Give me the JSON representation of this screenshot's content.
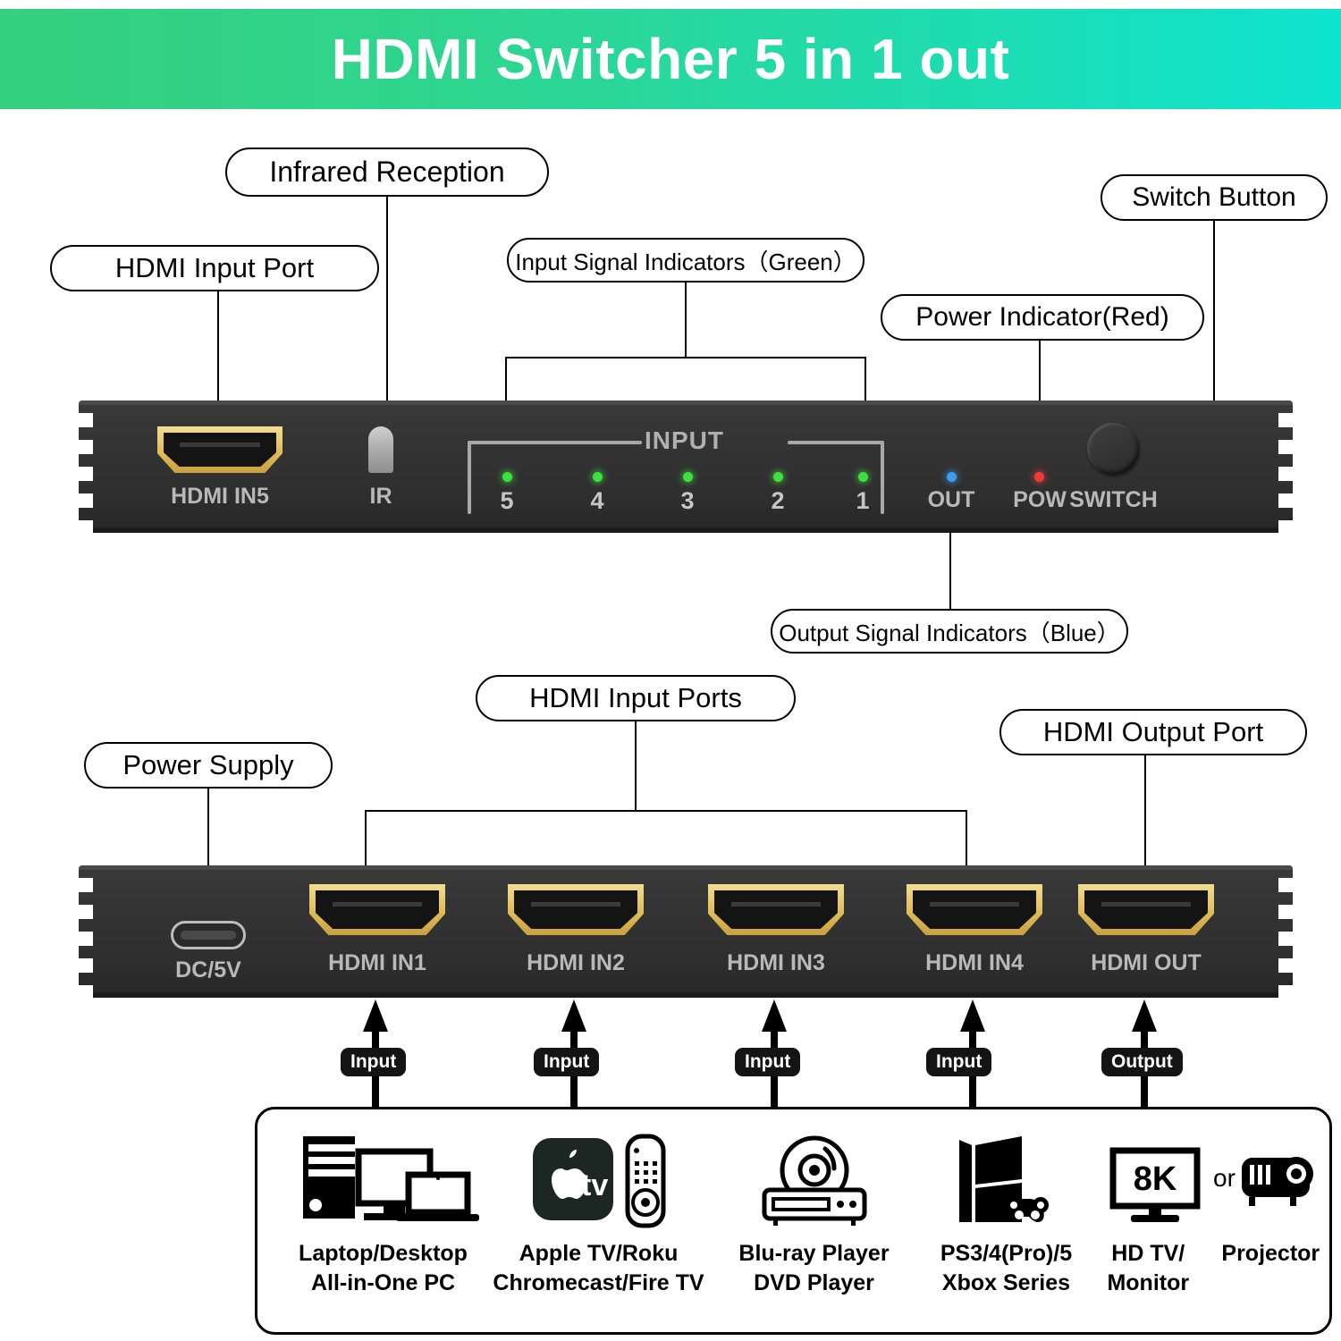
{
  "banner": {
    "title": "HDMI Switcher 5 in 1 out",
    "gradient_from": "#35d07f",
    "gradient_to": "#0ee3cf"
  },
  "callouts": {
    "hdmi_input_port": "HDMI Input Port",
    "infrared_reception": "Infrared Reception",
    "input_signal_indicators": "Input Signal Indicators（Green）",
    "power_indicator": "Power Indicator(Red)",
    "switch_button": "Switch Button",
    "output_signal_indicators": "Output Signal Indicators（Blue）",
    "hdmi_input_ports": "HDMI Input Ports",
    "hdmi_output_port": "HDMI Output Port",
    "power_supply": "Power Supply"
  },
  "front_panel": {
    "hdmi_in5_label": "HDMI IN5",
    "ir_label": "IR",
    "input_group_label": "INPUT",
    "input_leds": [
      {
        "number": "5",
        "color": "#3ee03e"
      },
      {
        "number": "4",
        "color": "#3ee03e"
      },
      {
        "number": "3",
        "color": "#3ee03e"
      },
      {
        "number": "2",
        "color": "#3ee03e"
      },
      {
        "number": "1",
        "color": "#3ee03e"
      }
    ],
    "out_led_label": "OUT",
    "out_led_color": "#3d9bf0",
    "pow_led_label": "POW",
    "pow_led_color": "#f03a3a",
    "switch_label": "SWITCH"
  },
  "rear_panel": {
    "dc_label": "DC/5V",
    "ports": [
      {
        "label": "HDMI IN1"
      },
      {
        "label": "HDMI IN2"
      },
      {
        "label": "HDMI IN3"
      },
      {
        "label": "HDMI IN4"
      },
      {
        "label": "HDMI OUT"
      }
    ]
  },
  "flow_tags": [
    {
      "label": "Input"
    },
    {
      "label": "Input"
    },
    {
      "label": "Input"
    },
    {
      "label": "Input"
    },
    {
      "label": "Output"
    }
  ],
  "devices": [
    {
      "icon": "desktop-monitor-laptop-icon",
      "line1": "Laptop/Desktop",
      "line2": "All-in-One PC"
    },
    {
      "icon": "apple-tv-remote-icon",
      "line1": "Apple TV/Roku",
      "line2": "Chromecast/Fire TV"
    },
    {
      "icon": "bluray-disc-player-icon",
      "line1": "Blu-ray Player",
      "line2": "DVD Player"
    },
    {
      "icon": "game-console-gamepad-icon",
      "line1": "PS3/4(Pro)/5",
      "line2": "Xbox Series"
    },
    {
      "icon": "tv-8k-icon",
      "line1": "HD TV/",
      "line2": "Monitor"
    },
    {
      "icon": "projector-icon",
      "line1": "Projector",
      "line2": ""
    }
  ],
  "output_separator": "or",
  "tv_badge": "8K"
}
